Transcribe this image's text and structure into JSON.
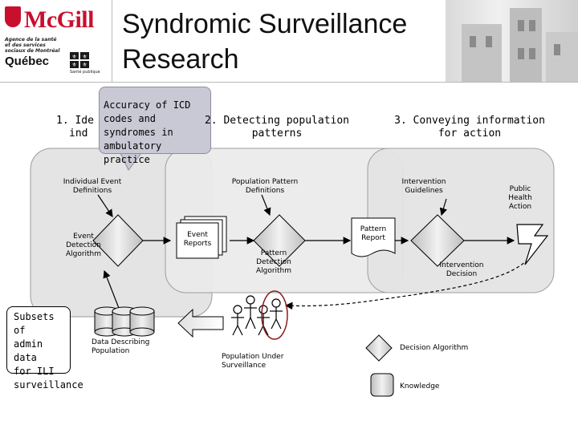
{
  "header": {
    "title_line1": "Syndromic Surveillance",
    "title_line2": "Research",
    "logo": {
      "mcgill": "McGill",
      "agency": "Agence de la santé et des services sociaux de Montréal",
      "quebec": "Québec",
      "sante": "Santé publique"
    }
  },
  "callout": {
    "lines": [
      "Accuracy of ICD",
      "codes and",
      "syndromes in",
      "ambulatory practice"
    ]
  },
  "phases": {
    "p1_line1": "1. Ide",
    "p1_line2": "ind",
    "p2_line1": "2. Detecting population",
    "p2_line2": "patterns",
    "p3_line1": "3. Conveying information",
    "p3_line2": "for action"
  },
  "labels": {
    "individual_event_definitions": [
      "Individual Event",
      "Definitions"
    ],
    "population_pattern_definitions": [
      "Population Pattern",
      "Definitions"
    ],
    "intervention_guidelines": [
      "Intervention",
      "Guidelines"
    ],
    "public_health_action": [
      "Public",
      "Health",
      "Action"
    ],
    "event_detection_algorithm": [
      "Event",
      "Detection",
      "Algorithm"
    ],
    "event_reports": [
      "Event",
      "Reports"
    ],
    "pattern_report": [
      "Pattern",
      "Report"
    ],
    "pattern_detection_algorithm": [
      "Pattern",
      "Detection",
      "Algorithm"
    ],
    "intervention_decision": [
      "Intervention",
      "Decision"
    ],
    "data_describing_population": [
      "Data Describing",
      "Population"
    ],
    "population_under_surveillance": [
      "Population Under",
      "Surveillance"
    ]
  },
  "subsets": {
    "lines": [
      "Subsets of",
      "admin data",
      "for ILI",
      "surveillance"
    ]
  },
  "legend": {
    "decision_algorithm": "Decision Algorithm",
    "knowledge": "Knowledge"
  }
}
